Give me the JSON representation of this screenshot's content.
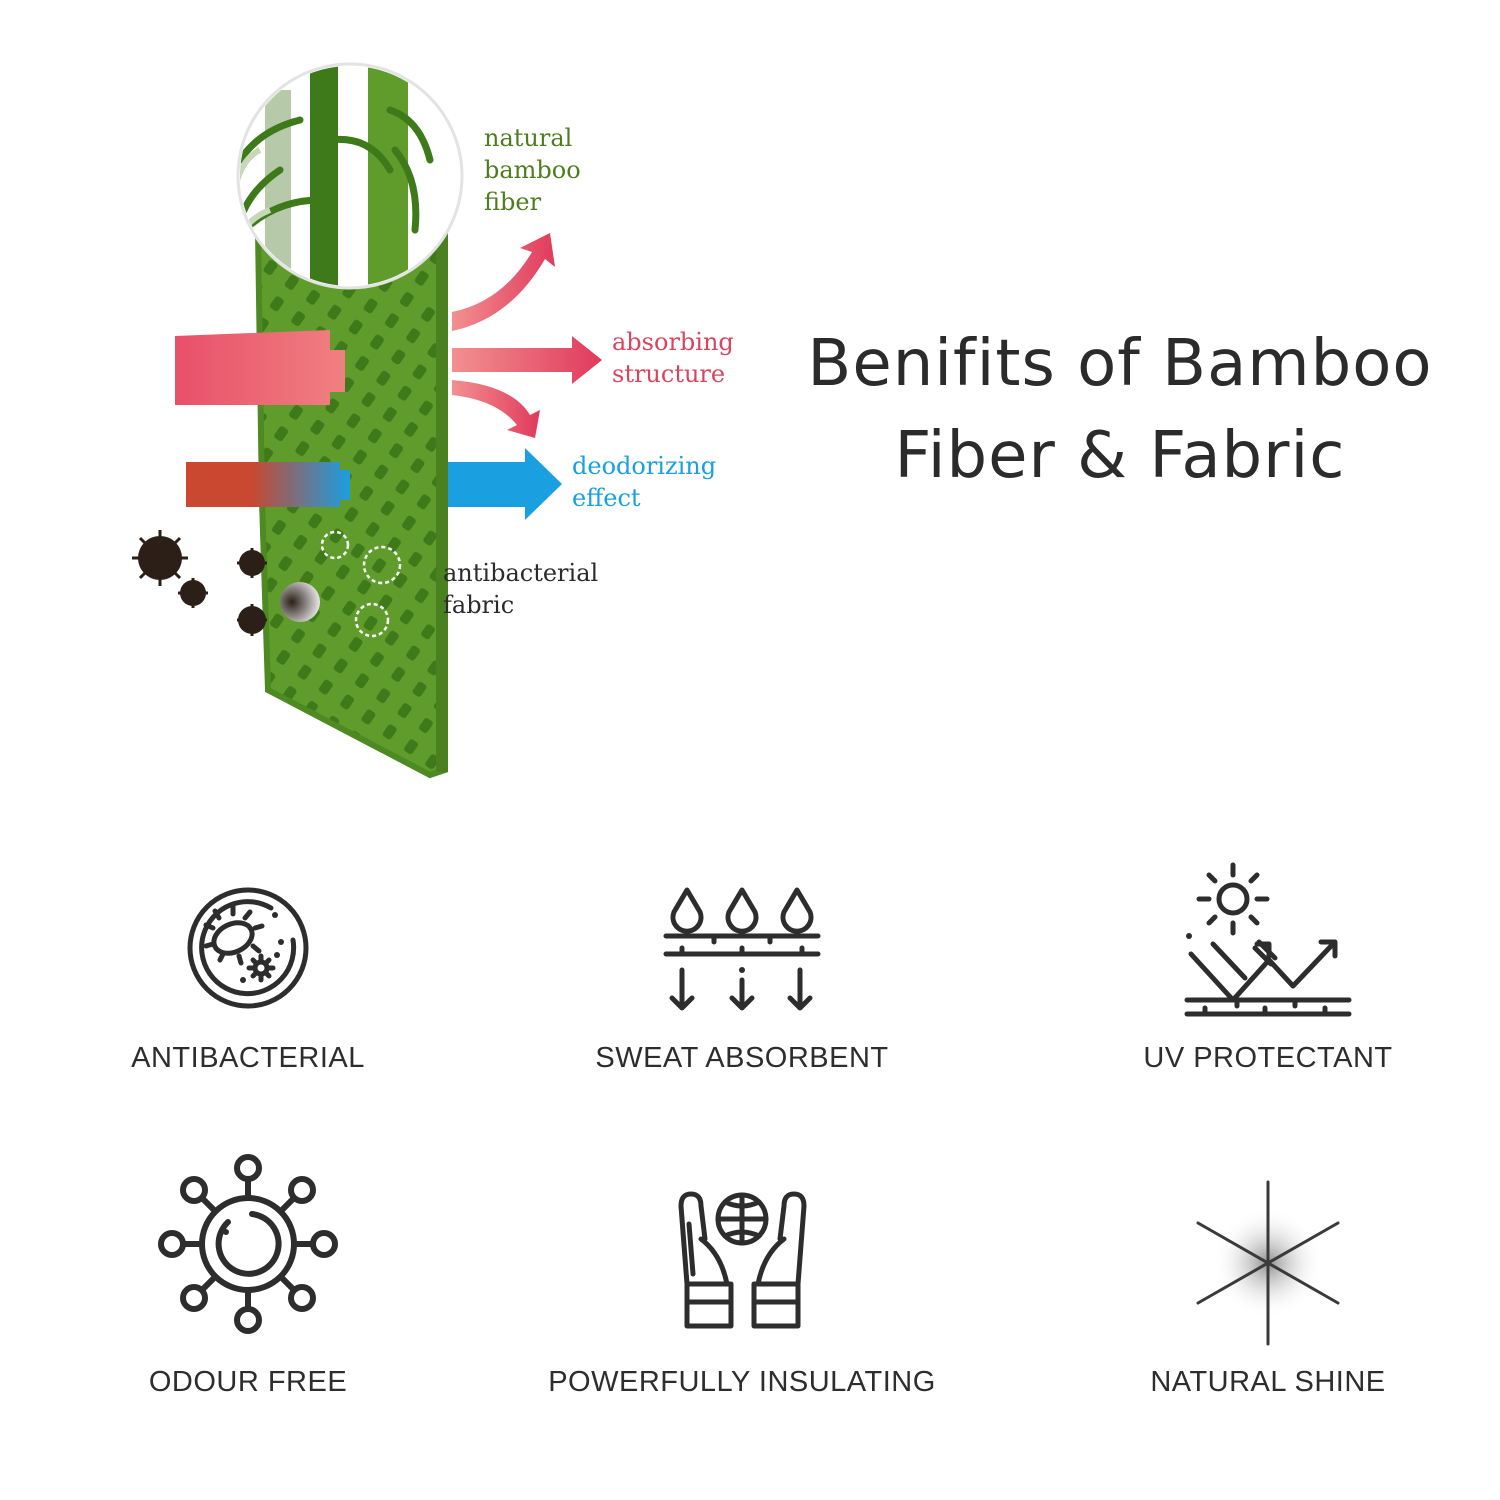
{
  "diagram": {
    "labels": {
      "natural_bamboo_fiber": "natural\nbamboo\nfiber",
      "absorbing_structure": "absorbing\nstructure",
      "deodorizing_effect": "deodorizing\neffect",
      "antibacterial_fabric": "antibacterial\nfabric"
    },
    "colors": {
      "bamboo_green": "#4e7d1e",
      "fabric_green": "#5a9a2a",
      "absorbing_pink": "#d9445e",
      "deodorizing_blue": "#1aa0e0",
      "bacteria_dark": "#2b1f18"
    }
  },
  "header": {
    "title_line1": "Benifits of Bamboo",
    "title_line2": "Fiber & Fabric"
  },
  "features": [
    {
      "label": "ANTIBACTERIAL",
      "icon": "petri-dish-bacteria-icon"
    },
    {
      "label": "SWEAT ABSORBENT",
      "icon": "water-drops-absorb-icon"
    },
    {
      "label": "UV PROTECTANT",
      "icon": "sun-uv-reflect-icon"
    },
    {
      "label": "ODOUR FREE",
      "icon": "virus-molecule-icon"
    },
    {
      "label": "POWERFULLY INSULATING",
      "icon": "hands-globe-icon"
    },
    {
      "label": "NATURAL SHINE",
      "icon": "sparkle-star-icon"
    }
  ]
}
